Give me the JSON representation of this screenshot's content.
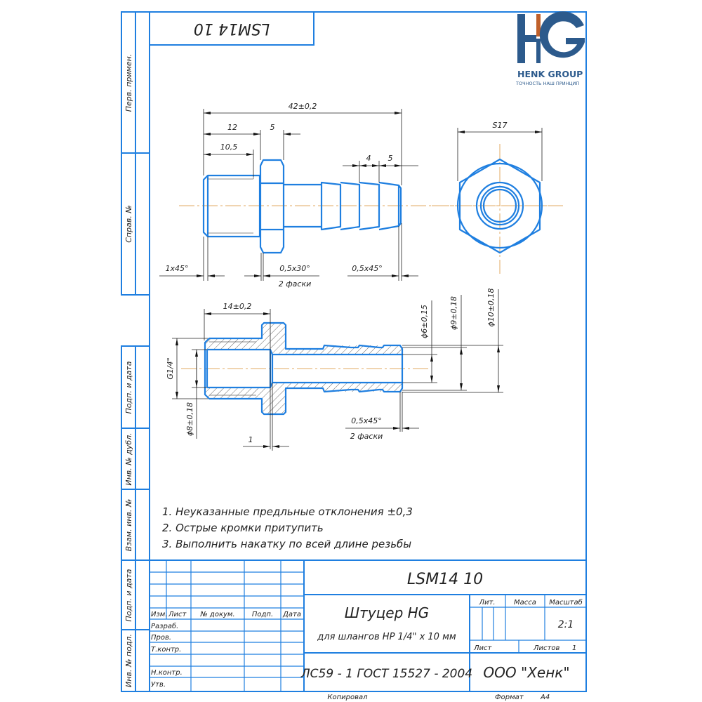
{
  "drawing": {
    "mirrored_code": "LSM14 10",
    "logo": {
      "brand": "HENK GROUP",
      "slogan": "ТОЧНОСТЬ НАШ ПРИНЦИП",
      "mark": "HG",
      "colors": {
        "blue": "#2c5a8c",
        "orange": "#c0602a"
      }
    },
    "side_strip": [
      "Перв. примен.",
      "Справ. №",
      "Подп. и дата",
      "Инв. № дубл.",
      "Взам. инв. №",
      "Подп. и дата",
      "Инв. № подл."
    ],
    "main_view_dims": {
      "total": "42±0,2",
      "d12": "12",
      "d5": "5",
      "d10_5": "10,5",
      "d4": "4",
      "d5b": "5",
      "chamfer1": "1x45°",
      "chamfer2": "0,5x30°",
      "chamfer2_note": "2 фаски",
      "chamfer3": "0,5x45°"
    },
    "end_view_dims": {
      "s17": "S17"
    },
    "section_dims": {
      "d14": "14±0,2",
      "g14": "G1/4\"",
      "d8": "ϕ8±0,18",
      "d6": "ϕ6±0,15",
      "d9": "ϕ9±0,18",
      "d10": "ϕ10±0,18",
      "chamfer": "0,5x45°",
      "chamfer_note": "2 фаски",
      "d1": "1"
    },
    "notes": [
      "1. Неуказанные предльные отклонения ±0,3",
      "2. Острые кромки притупить",
      "3. Выполнить накатку по всей длине резьбы"
    ],
    "colors": {
      "line": "#1f7fe0",
      "center": "#e0a860"
    }
  },
  "title_block": {
    "code": "LSM14 10",
    "headers": [
      "Изм.",
      "Лист",
      "№ докум.",
      "Подп.",
      "Дата"
    ],
    "roles": [
      "Разраб.",
      "Пров.",
      "Т.контр.",
      "",
      "Н.контр.",
      "Утв."
    ],
    "name": "Штуцер HG",
    "subname": "для шлангов НР 1/4\" х 10 мм",
    "material": "ЛС59 - 1 ГОСТ 15527 - 2004",
    "lit_label": "Лит.",
    "mass_label": "Масса",
    "scale_label": "Масштаб",
    "scale": "2:1",
    "sheet_label": "Лист",
    "sheets_label": "Листов",
    "sheets": "1",
    "company": "ООО \"Хенк\"",
    "copied": "Копировал",
    "format_label": "Формат",
    "format": "А4"
  }
}
